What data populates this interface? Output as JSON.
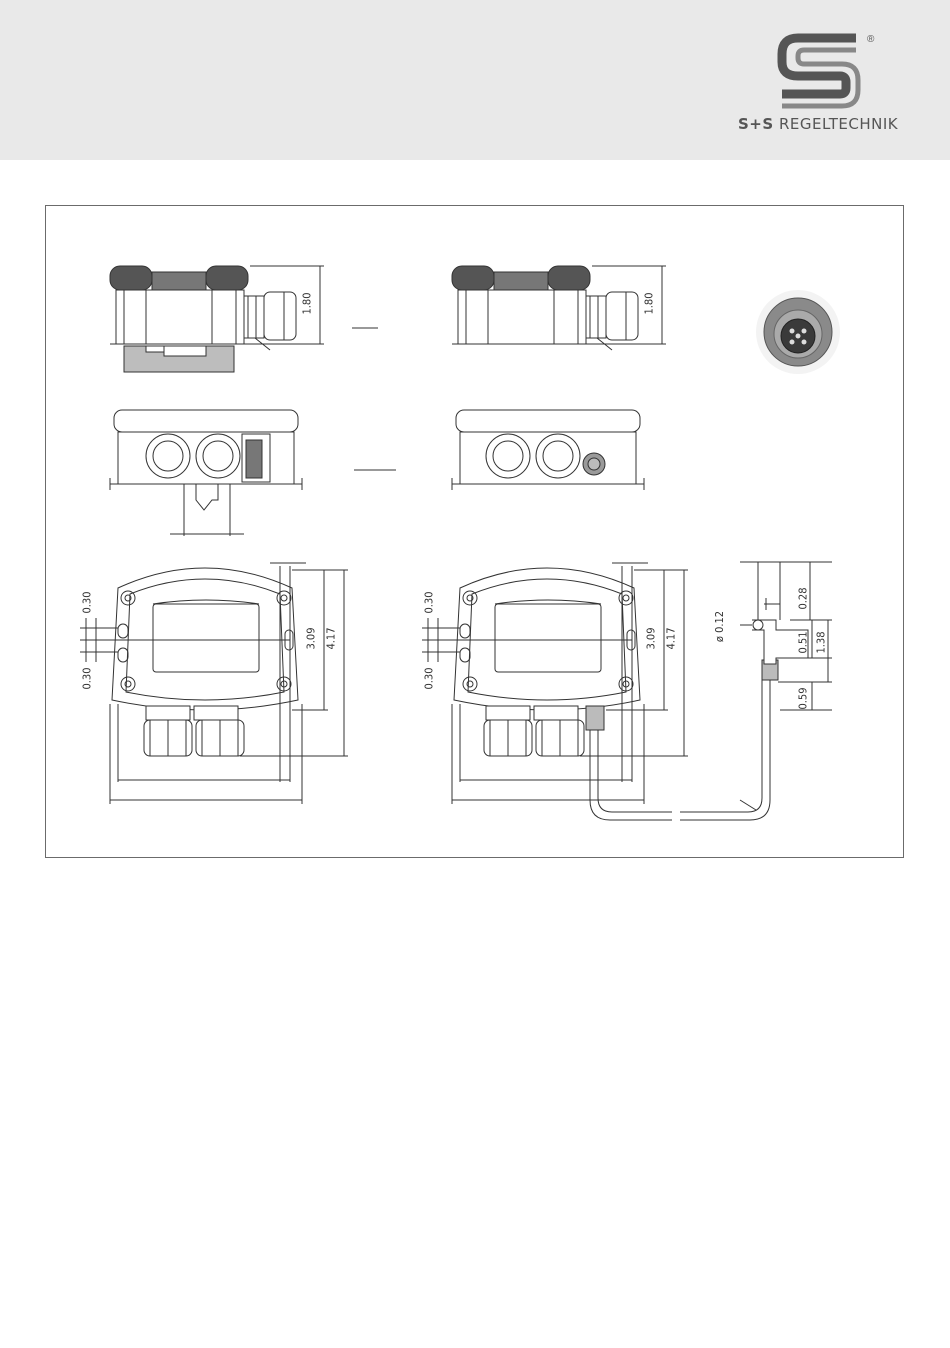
{
  "brand": {
    "name_bold": "S+S",
    "name_rest": "REGELTECHNIK",
    "registered_mark": "®"
  },
  "dimensions": {
    "height_left": "1.80",
    "height_right": "1.80",
    "front_left_top": "0.30",
    "front_left_bottom": "0.30",
    "front_left_inner": "3.09",
    "front_left_outer": "4.17",
    "front_right_top": "0.30",
    "front_right_bottom": "0.30",
    "front_right_inner": "3.09",
    "front_right_outer": "4.17",
    "probe_top": "0.28",
    "probe_diameter": "ø 0.12",
    "probe_mid": "0.51",
    "probe_total": "1.38",
    "probe_bottom": "0.59"
  },
  "colors": {
    "header_bg": "#e9e9e9",
    "line": "#333333",
    "logo": "#555555"
  }
}
